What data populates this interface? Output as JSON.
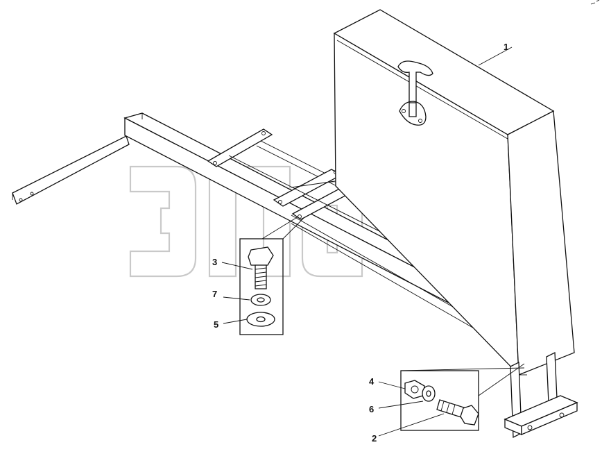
{
  "diagram": {
    "callouts": [
      {
        "id": "c1",
        "text": "1"
      },
      {
        "id": "c2",
        "text": "2"
      },
      {
        "id": "c3",
        "text": "3"
      },
      {
        "id": "c4",
        "text": "4"
      },
      {
        "id": "c5",
        "text": "5"
      },
      {
        "id": "c6",
        "text": "6"
      },
      {
        "id": "c7",
        "text": "7"
      }
    ],
    "watermark": {
      "text": "ЭПД",
      "tm": "TM"
    }
  }
}
